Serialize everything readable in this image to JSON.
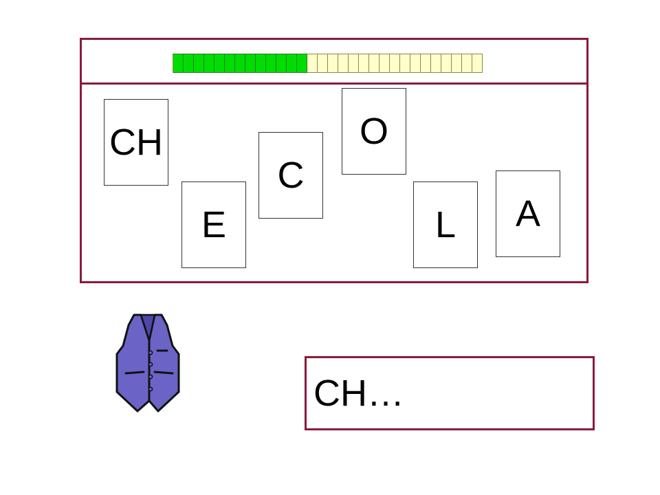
{
  "progress": {
    "filled": 13,
    "total": 30,
    "on_color": "#00dd00",
    "off_color": "#ffffcc"
  },
  "cards": [
    {
      "id": "ch",
      "label": "CH"
    },
    {
      "id": "e",
      "label": "E"
    },
    {
      "id": "c",
      "label": "C"
    },
    {
      "id": "o",
      "label": "O"
    },
    {
      "id": "l",
      "label": "L"
    },
    {
      "id": "a",
      "label": "A"
    }
  ],
  "answer": {
    "text": "CH…"
  },
  "picture": {
    "icon": "vest-icon",
    "color": "#6b63c6"
  },
  "colors": {
    "frame": "#8b1a3a"
  }
}
